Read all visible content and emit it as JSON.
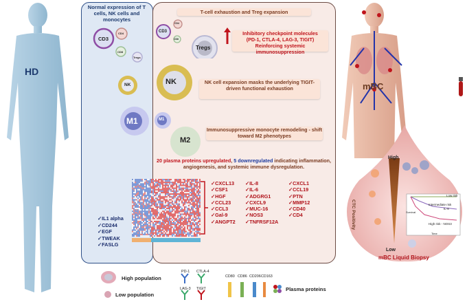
{
  "labels": {
    "hd": "HD",
    "mbc": "mBC",
    "hd_panel_title": "Normal expression of T cells, NK cells and monocytes",
    "t_exhaustion": "T-cell exhaustion and Treg expansion",
    "checkpoint_line1": "Inhibitory checkpoint molecules",
    "checkpoint_line2": "(PD-1, CTLA-4, LAG-3, TIGIT)",
    "checkpoint_line3": "Reinforcing systemic immunosuppression",
    "nk_text": "NK cell expansion masks the underlying TIGIT-driven functional exhaustion",
    "mono_text": "Immunosuppressive monocyte remodeling - shift toward M2 phenotypes",
    "plasma_count_up": "20 plasma proteins upregulated",
    "plasma_sep": ", ",
    "plasma_count_down": "5 downregulated",
    "plasma_rest": " indicating inflammation, angiogenesis, and systemic immune dysregulation."
  },
  "cells": {
    "cd3": "CD3",
    "cd4": "CD4",
    "cd8": "CD8",
    "tregs": "Tregs",
    "nk": "NK",
    "m1": "M1",
    "m2": "M2"
  },
  "downregulated": [
    "IL1 alpha",
    "CD244",
    "EGF",
    "TWEAK",
    "FASLG"
  ],
  "upregulated_col1": [
    "CXCL13",
    "CSF1",
    "HGF",
    "CCL23",
    "CCL3",
    "Gal-9",
    "ANGPT2"
  ],
  "upregulated_col2": [
    "IL-8",
    "IL-6",
    "ADGRG1",
    "CXCL9",
    "MUC-16",
    "NOS3",
    "TNFRSF12A"
  ],
  "upregulated_col3": [
    "CXCL1",
    "CCL19",
    "PTN",
    "MMP12",
    "CD40",
    "CD4"
  ],
  "check_mark": "✓",
  "liquid_biopsy": {
    "title": "mBC Liquid Biopsy",
    "high": "High",
    "low": "Low",
    "ctc_axis": "CTC Positivity",
    "risk_low": "Low risk",
    "risk_intermediate": "Intermediate risk",
    "risk_intermediate_sub": "IL-8",
    "risk_high": "High risk - NOS3",
    "survival": "Survival",
    "time": "Time"
  },
  "legend": {
    "high_population": "High population",
    "low_population": "Low population",
    "pd1": "PD-1",
    "ctla4": "CTLA-4",
    "lag3": "LAG-3",
    "tigit": "TIGIT",
    "cd80": "CD80",
    "cd86": "CD86",
    "cd206": "CD206",
    "cd163": "CD163",
    "plasma_proteins": "Plasma proteins"
  },
  "colors": {
    "hd_panel_border": "#2d4e87",
    "hd_panel_fill": "#dfe8f4",
    "mbc_panel_border": "#6b4a43",
    "mbc_panel_fill": "#f8ebe7",
    "up_red": "#c0141c",
    "down_blue": "#1d3a9e"
  }
}
